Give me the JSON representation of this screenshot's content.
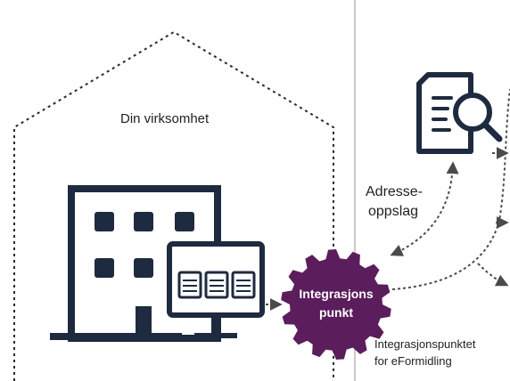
{
  "org_label": "Din virksomhet",
  "lookup_label": {
    "line1": "Adresse-",
    "line2": "oppslag"
  },
  "gear_label": {
    "line1": "Integrasjons",
    "line2": "punkt"
  },
  "caption": {
    "line1": "Integrasjonspunktet",
    "line2": "for eFormidling"
  },
  "colors": {
    "navy": "#1e2a3f",
    "gear": "#5b1d5c",
    "arrow": "#4a4a4a",
    "divider": "#b8b8b8"
  },
  "icons": [
    "building-icon",
    "computer-icon",
    "gear-icon",
    "document-search-icon"
  ]
}
